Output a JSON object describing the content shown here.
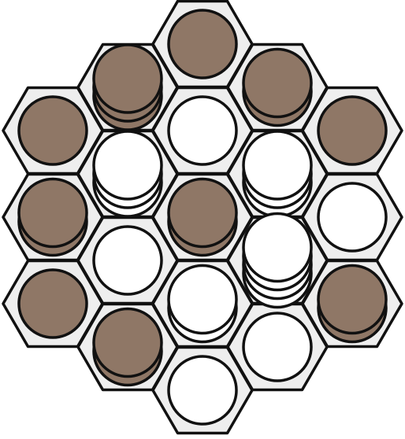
{
  "game": {
    "board_shape": "hexagonal",
    "cell_shape": "flat-top-hexagon",
    "board_radius": 2,
    "colors": {
      "background": "#ffffff",
      "cell_fill": "#eeeeee",
      "outline": "#111111",
      "brown_piece": "#8f7766",
      "white_piece": "#ffffff"
    },
    "cells": [
      {
        "q": 0,
        "r": -2,
        "stack": [
          "brown"
        ]
      },
      {
        "q": -1,
        "r": -1,
        "stack": [
          "brown",
          "brown",
          "brown"
        ]
      },
      {
        "q": 1,
        "r": -2,
        "stack": [
          "brown",
          "brown"
        ]
      },
      {
        "q": -2,
        "r": 0,
        "stack": [
          "brown"
        ]
      },
      {
        "q": 0,
        "r": -1,
        "stack": [
          "white"
        ]
      },
      {
        "q": 2,
        "r": -2,
        "stack": [
          "brown"
        ]
      },
      {
        "q": -1,
        "r": 0,
        "stack": [
          "white",
          "white",
          "white"
        ]
      },
      {
        "q": 1,
        "r": -1,
        "stack": [
          "white",
          "white",
          "white"
        ]
      },
      {
        "q": -2,
        "r": 1,
        "stack": [
          "brown",
          "brown"
        ]
      },
      {
        "q": 0,
        "r": 0,
        "stack": [
          "brown",
          "brown"
        ]
      },
      {
        "q": 2,
        "r": -1,
        "stack": [
          "white"
        ]
      },
      {
        "q": -1,
        "r": 1,
        "stack": [
          "white"
        ]
      },
      {
        "q": 1,
        "r": 0,
        "stack": [
          "white",
          "white",
          "white",
          "white"
        ]
      },
      {
        "q": -2,
        "r": 2,
        "stack": [
          "brown"
        ]
      },
      {
        "q": 0,
        "r": 1,
        "stack": [
          "white",
          "white"
        ]
      },
      {
        "q": 2,
        "r": 0,
        "stack": [
          "brown",
          "brown"
        ]
      },
      {
        "q": -1,
        "r": 2,
        "stack": [
          "brown",
          "brown"
        ]
      },
      {
        "q": 1,
        "r": 1,
        "stack": [
          "white"
        ]
      },
      {
        "q": 0,
        "r": 2,
        "stack": [
          "white"
        ]
      }
    ]
  }
}
